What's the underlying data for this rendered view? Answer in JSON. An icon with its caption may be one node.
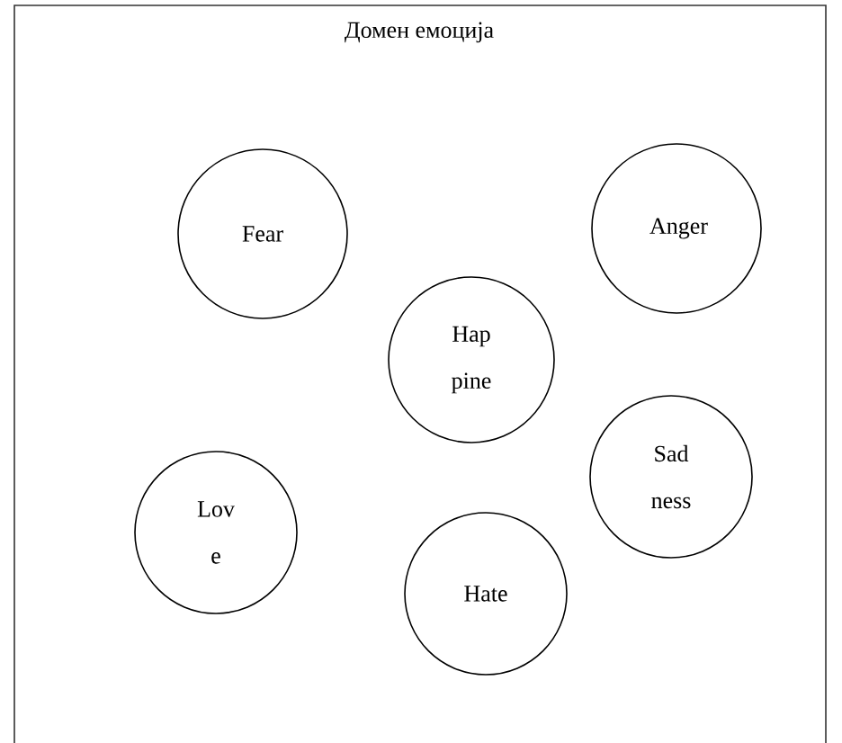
{
  "diagram": {
    "title": "Домен емоција",
    "nodes": [
      {
        "text": [
          "Fear"
        ]
      },
      {
        "text": [
          "Anger"
        ]
      },
      {
        "text": [
          "Hap pine"
        ]
      },
      {
        "text": [
          "Sad ness"
        ]
      },
      {
        "text": [
          "Lov e"
        ]
      },
      {
        "text": [
          "Hate"
        ]
      }
    ]
  }
}
